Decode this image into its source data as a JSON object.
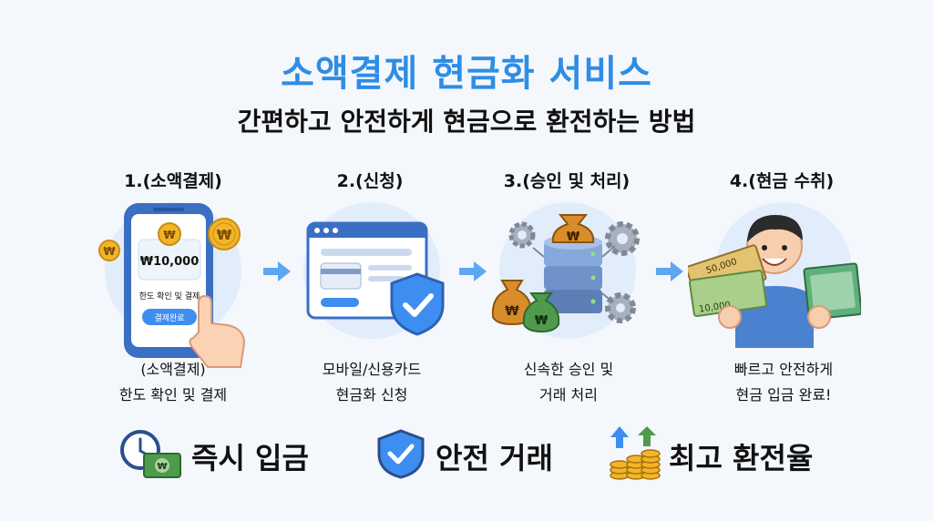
{
  "header": {
    "title": "소액결제 현금화 서비스",
    "subtitle": "간편하고 안전하게 현금으로 환전하는 방법"
  },
  "steps": [
    {
      "title": "1.(소액결제)",
      "desc_line1": "(소액결제)",
      "desc_line2": "한도 확인 및 결제",
      "phone_amount": "₩10,000",
      "phone_text": "한도 확인 및 결제",
      "phone_button": "결제완료",
      "coin_symbol": "₩"
    },
    {
      "title": "2.(신청)",
      "desc_line1": "모바일/신용카드",
      "desc_line2": "현금화 신청"
    },
    {
      "title": "3.(승인 및 처리)",
      "desc_line1": "신속한 승인 및",
      "desc_line2": "거래 처리",
      "bag_symbol": "₩"
    },
    {
      "title": "4.(현금 수취)",
      "desc_line1": "빠르고 안전하게",
      "desc_line2": "현금 입금 완료!",
      "note_top": "50,000",
      "note_bottom": "10,000"
    }
  ],
  "features": [
    {
      "label": "즉시 입금",
      "icon": "clock-money-icon",
      "money_symbol": "₩"
    },
    {
      "label": "안전 거래",
      "icon": "shield-check-icon"
    },
    {
      "label": "최고 환전율",
      "icon": "coins-arrows-icon"
    }
  ],
  "colors": {
    "title": "#2f8de4",
    "accent": "#3d8ef0",
    "circle": "#e2edfb",
    "coin": "#f2b52a"
  }
}
